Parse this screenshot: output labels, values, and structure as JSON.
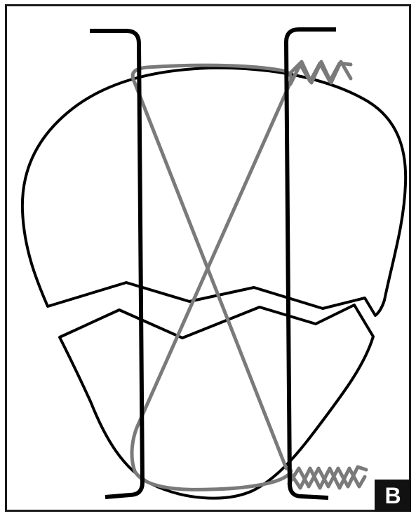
{
  "figure": {
    "panel_label": "B"
  },
  "colors": {
    "outline": "#000000",
    "suture": "#7a7a7a",
    "background": "#ffffff",
    "label_background": "#111111",
    "label_text": "#ffffff"
  },
  "icons": {
    "upper_fragment": "upper-bone-fragment-outline",
    "lower_fragment": "lower-bone-fragment-outline",
    "left_wire": "left-bracket-wire",
    "right_wire": "right-bracket-wire",
    "suture_loop": "figure-eight-suture-loop",
    "knots": "twisted-knot"
  }
}
